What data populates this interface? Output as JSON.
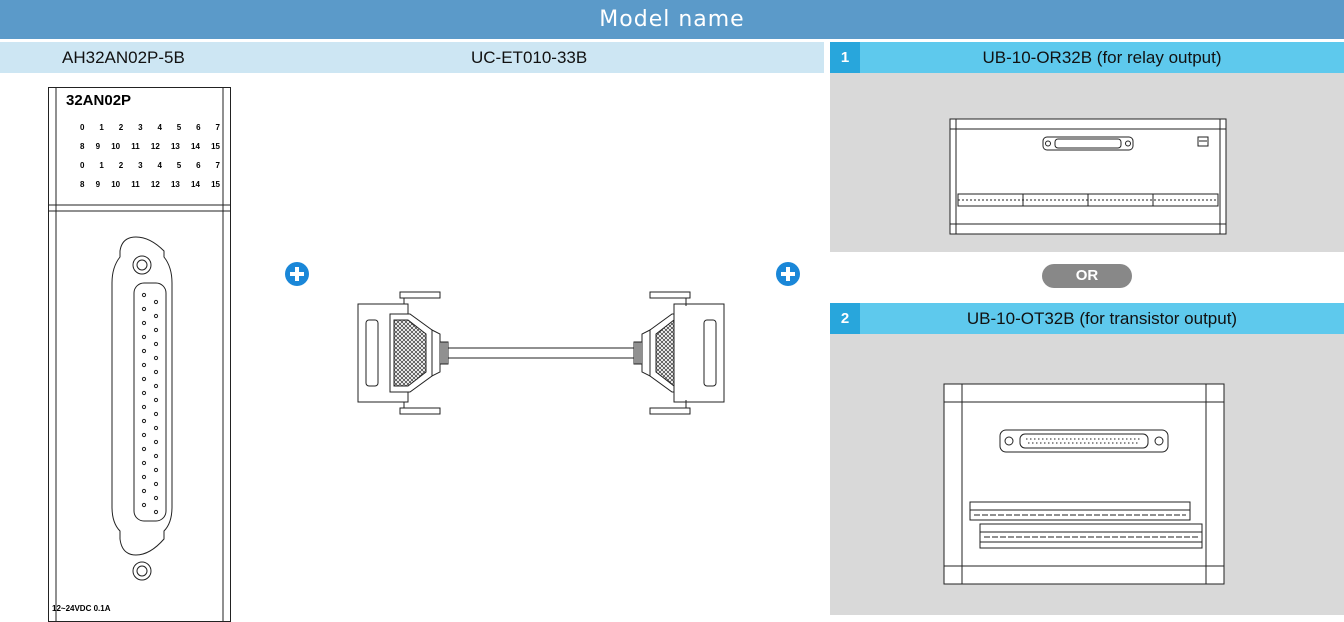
{
  "header": {
    "title": "Model name"
  },
  "columns": {
    "module_label": "AH32AN02P-5B",
    "cable_label": "UC-ET010-33B"
  },
  "options": [
    {
      "number": "1",
      "label": "UB-10-OR32B (for relay output)"
    },
    {
      "number": "2",
      "label": "UB-10-OT32B (for transistor output)"
    }
  ],
  "or_label": "OR",
  "module": {
    "title": "32AN02P",
    "led_rows": [
      [
        "0",
        "1",
        "2",
        "3",
        "4",
        "5",
        "6",
        "7"
      ],
      [
        "8",
        "9",
        "10",
        "11",
        "12",
        "13",
        "14",
        "15"
      ],
      [
        "0",
        "1",
        "2",
        "3",
        "4",
        "5",
        "6",
        "7"
      ],
      [
        "8",
        "9",
        "10",
        "11",
        "12",
        "13",
        "14",
        "15"
      ]
    ],
    "rating": "12~24VDC 0.1A"
  },
  "icons": [
    "plus-icon",
    "plus-icon"
  ],
  "colors": {
    "header": "#5b9ac9",
    "subbar": "#cde6f3",
    "option_header": "#5ec9ed",
    "option_number": "#28a6dc",
    "panel": "#d9d9d9",
    "plus": "#1a87d8"
  }
}
